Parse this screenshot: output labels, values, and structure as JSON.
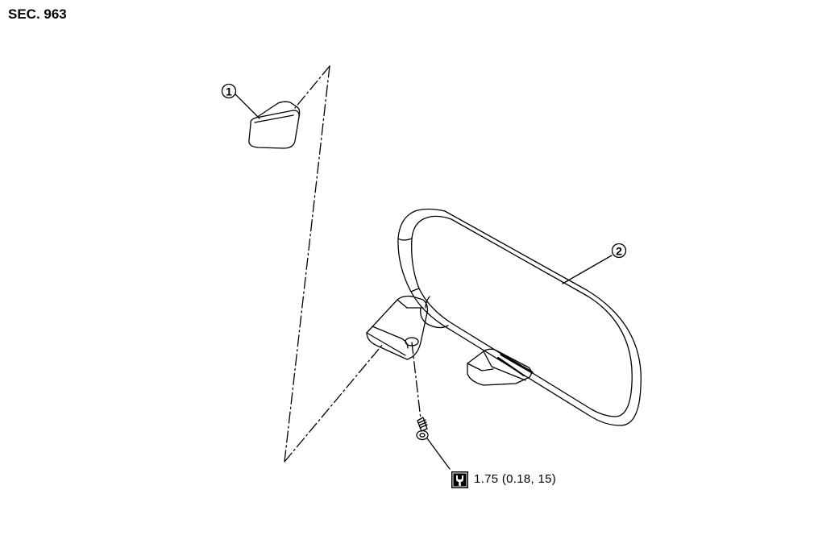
{
  "header": {
    "section_label": "SEC. 963"
  },
  "callouts": {
    "part_1": "1",
    "part_2": "2"
  },
  "torque": {
    "value_text": "1.75 (0.18, 15)",
    "icon": "torque-wrench-icon"
  }
}
